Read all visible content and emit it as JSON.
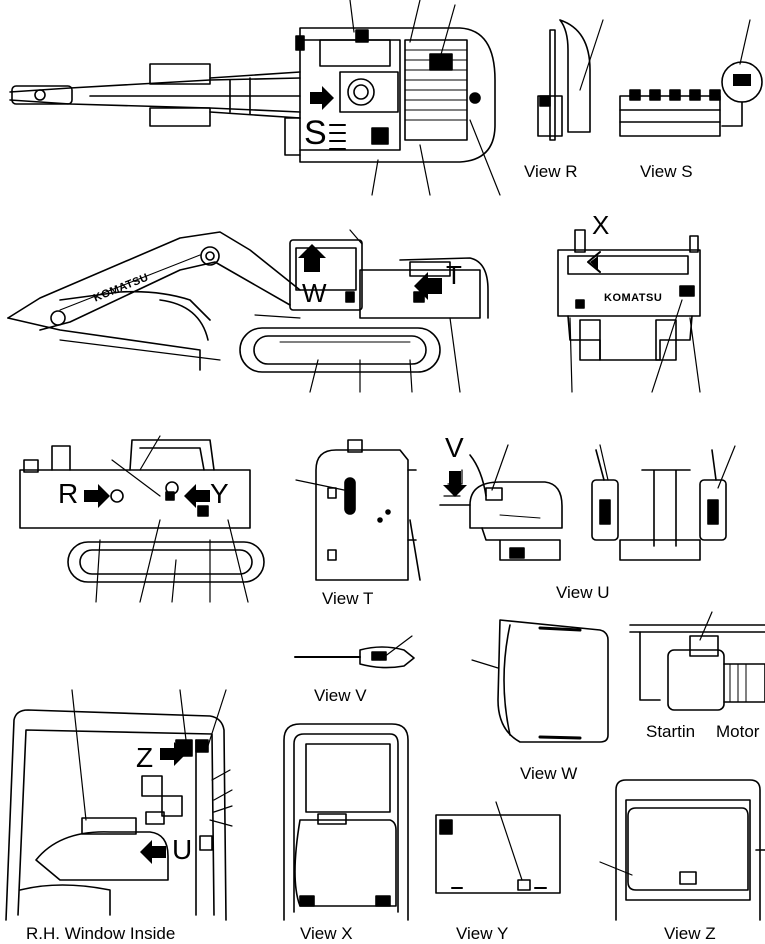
{
  "captions": {
    "view_r": "View R",
    "view_s": "View S",
    "view_t": "View T",
    "view_u": "View U",
    "view_v": "View V",
    "view_w": "View W",
    "view_x": "View X",
    "view_y": "View Y",
    "view_z": "View Z",
    "starting_motor_a": "Startin",
    "starting_motor_b": "Motor",
    "rh_window": "R.H. Window Inside"
  },
  "view_markers": {
    "s": "S",
    "w": "W",
    "t": "T",
    "x": "X",
    "r": "R",
    "y": "Y",
    "v": "V",
    "z": "Z",
    "u": "U"
  },
  "brand": "KOMATSU"
}
